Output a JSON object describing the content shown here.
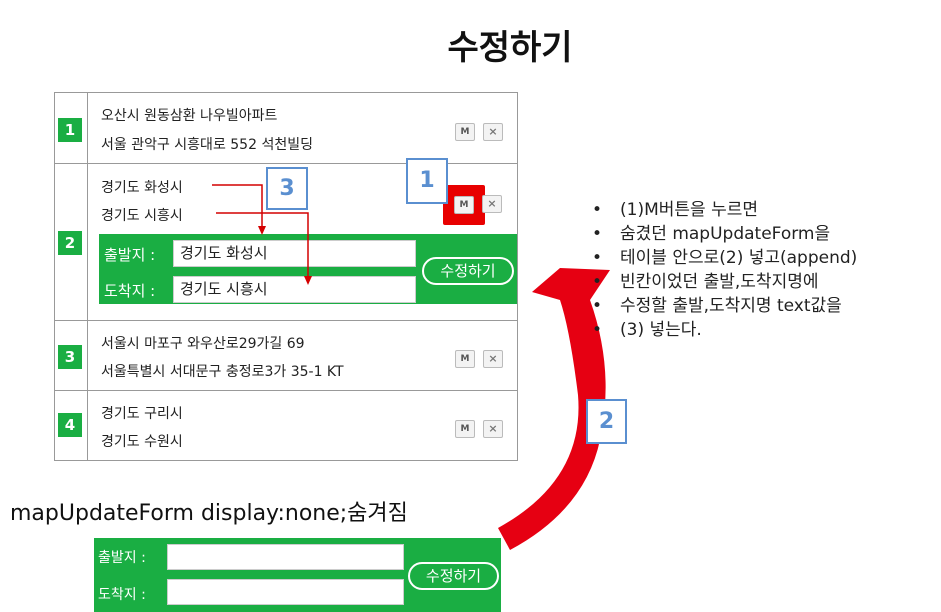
{
  "title": "수정하기",
  "rows": [
    {
      "num": "1",
      "line1": "오산시 원동삼환 나우빌아파트",
      "line2": "서울 관악구 시흥대로 552 석천빌딩"
    },
    {
      "num": "2",
      "line1": "경기도 화성시",
      "line2": "경기도 시흥시"
    },
    {
      "num": "3",
      "line1": "서울시 마포구 와우산로29가길 69",
      "line2": "서울특별시 서대문구 충정로3가 35-1 KT"
    },
    {
      "num": "4",
      "line1": "경기도 구리시",
      "line2": "경기도 수원시"
    }
  ],
  "row_buttons": {
    "modify": "M",
    "delete": "×"
  },
  "inline_form": {
    "departure_label": "출발지 :",
    "departure_value": "경기도 화성시",
    "destination_label": "도착지 :",
    "destination_value": "경기도 시흥시",
    "submit_label": "수정하기"
  },
  "callouts": {
    "one": "1",
    "two": "2",
    "three": "3"
  },
  "bullets": [
    "(1)M버튼을 누르면",
    "숨겼던 mapUpdateForm을",
    "테이블 안으로(2) 넣고(append)",
    "빈칸이었던 출발,도착지명에",
    "수정할 출발,도착지명 text값을",
    "(3) 넣는다."
  ],
  "caption": "mapUpdateForm   display:none;숨겨짐",
  "hidden_form": {
    "departure_label": "출발지 :",
    "destination_label": "도착지 :",
    "departure_value": "",
    "destination_value": "",
    "submit_label": "수정하기"
  },
  "colors": {
    "green": "#1aae43",
    "red": "#e80000",
    "callout_blue": "#5a8fd0",
    "arrow_red": "#e60012"
  }
}
